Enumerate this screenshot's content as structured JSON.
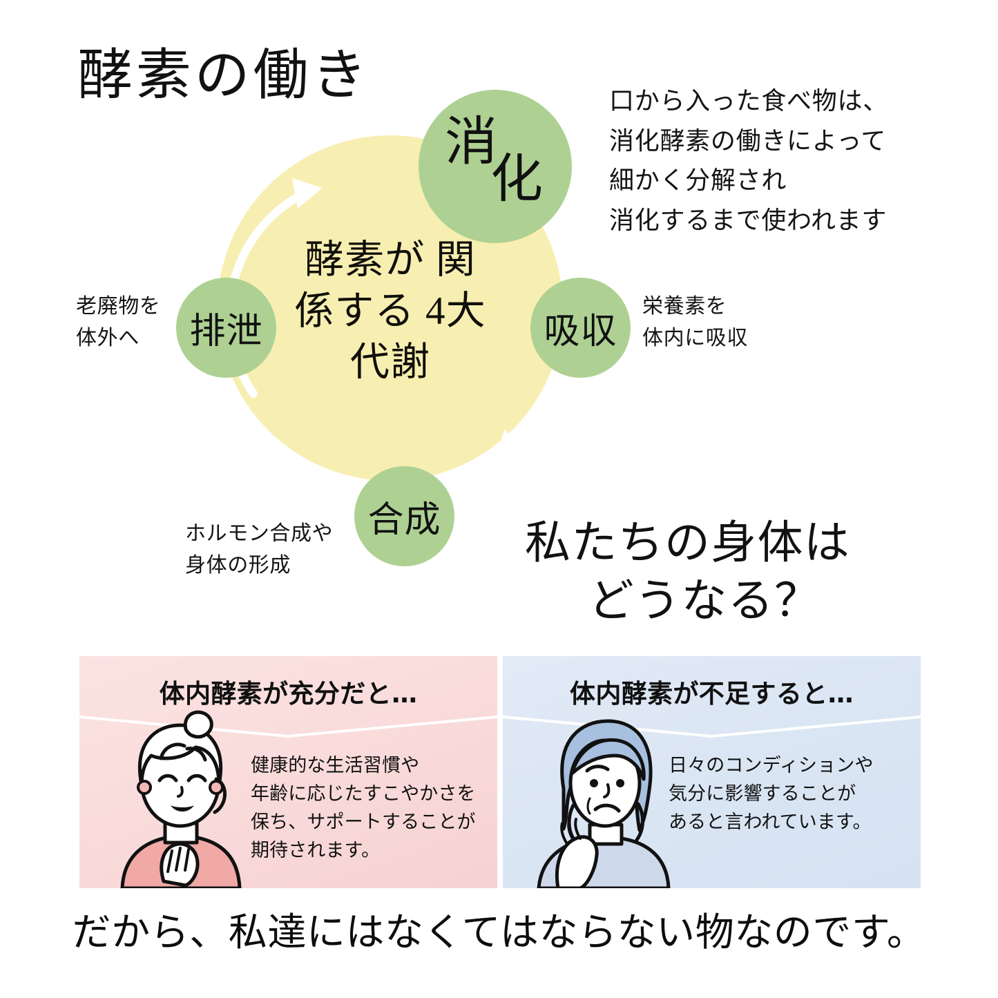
{
  "page": {
    "title": "酵素の働き",
    "background_color": "#ffffff"
  },
  "colors": {
    "disc_yellow": "#f7eeb1",
    "node_green": "#aed193",
    "panel_pink": "#f9dcdb",
    "panel_blue": "#dbe6f4",
    "arrow_white": "#ffffff",
    "text_black": "#111111"
  },
  "cycle": {
    "center_text": "酵素が\n関係する\n4大代謝",
    "nodes": [
      {
        "id": "digestion",
        "label": "消化",
        "char1": "消",
        "char2": "化",
        "annotation": "口から入った食べ物は、\n消化酵素の働きによって\n細かく分解され\n消化するまで使われます"
      },
      {
        "id": "absorption",
        "label": "吸収",
        "annotation": "栄養素を\n体内に吸収"
      },
      {
        "id": "synthesis",
        "label": "合成",
        "annotation": "ホルモン合成や\n身体の形成"
      },
      {
        "id": "excretion",
        "label": "排泄",
        "annotation": "老廃物を\n体外へ"
      }
    ],
    "arrows": [
      {
        "id": "arrow-upper-left",
        "direction": "clockwise"
      },
      {
        "id": "arrow-lower-right",
        "direction": "clockwise"
      }
    ]
  },
  "sub_heading": {
    "line1": "私たちの身体は",
    "line2": "どうなる？"
  },
  "panels": [
    {
      "id": "enough-enzymes",
      "headline": "体内酵素が充分だと…",
      "body": "健康的な生活習慣や\n年齢に応じたすこやかさを\n保ち、サポートすることが\n期待されます。",
      "figure": "smiling-woman-illustration",
      "accent": "#f3c9c8"
    },
    {
      "id": "lacking-enzymes",
      "headline": "体内酵素が不足すると…",
      "body": "日々のコンディションや\n気分に影響することが\nあると言われています。",
      "figure": "worried-woman-illustration",
      "accent": "#c3d4ec"
    }
  ],
  "footer": {
    "text": "だから、私達にはなくてはならない物なのです。"
  }
}
